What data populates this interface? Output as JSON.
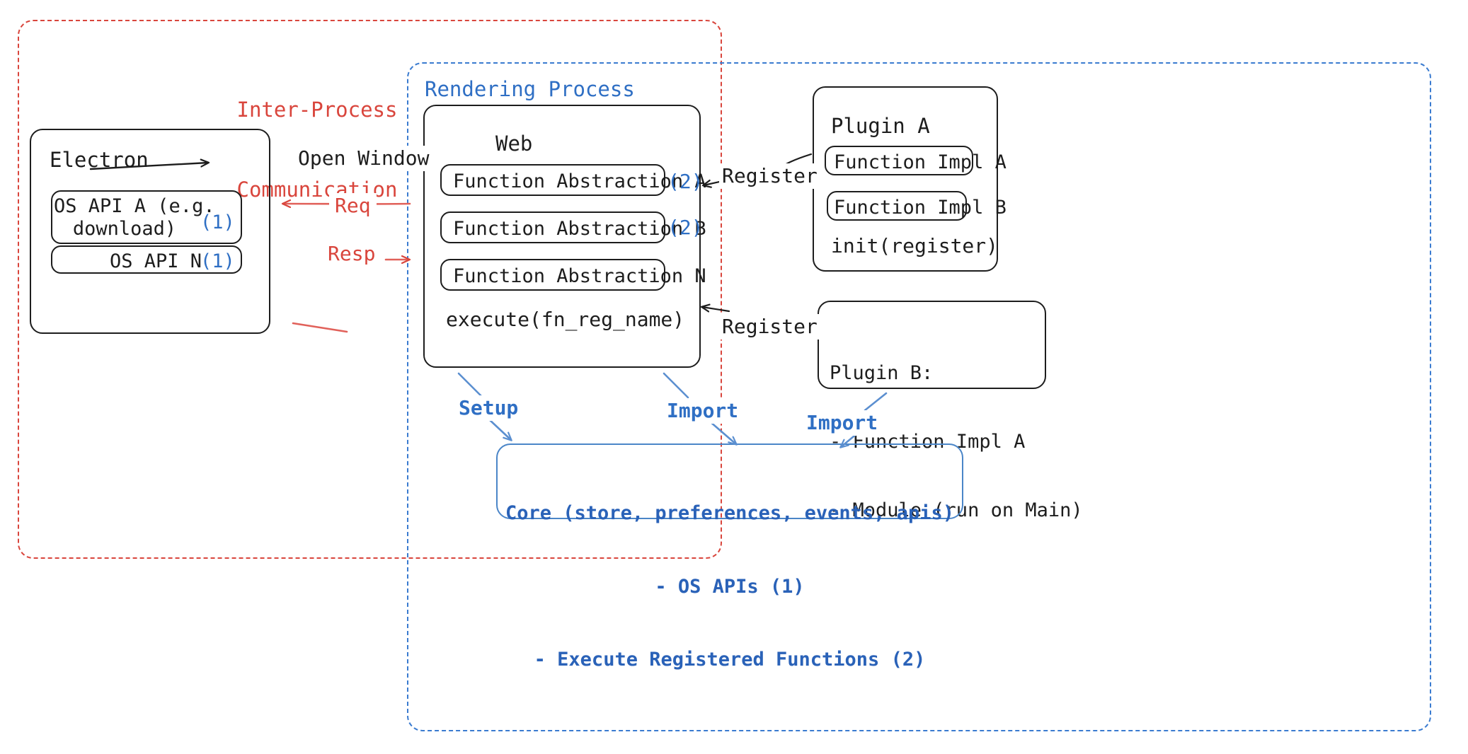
{
  "diagram": {
    "title_semantic": "electron-plugin-architecture",
    "colors": {
      "ipc_red": "#d9453c",
      "render_blue": "#3a7bd0",
      "core_blue": "#2a62b8",
      "accent_blue": "#2f6fc4",
      "ink": "#1d1d1d"
    }
  },
  "containers": {
    "ipc": {
      "label_line1": "Inter-Process",
      "label_line2": "Communication"
    },
    "rendering": {
      "label": "Rendering Process"
    }
  },
  "electron": {
    "title": "Electron",
    "apis": [
      {
        "label": "OS API A (e.g.\ndownload)",
        "marker": "(1)"
      },
      {
        "label": "OS API N",
        "marker": "(1)"
      }
    ]
  },
  "web": {
    "title": "Web",
    "abstractions": [
      {
        "label": "Function Abstraction A",
        "marker": "(2)"
      },
      {
        "label": "Function Abstraction B",
        "marker": "(2)"
      },
      {
        "label": "Function Abstraction N",
        "marker": ""
      }
    ],
    "footer": "execute(fn_reg_name)"
  },
  "plugin_a": {
    "title": "Plugin A",
    "impls": [
      "Function Impl A",
      "Function Impl B"
    ],
    "footer": "init(register)"
  },
  "plugin_b": {
    "line1": "Plugin B:",
    "line2": "- Function Impl A",
    "line3": "- Module (run on Main)"
  },
  "core": {
    "line1": "Core (store, preferences, events, apis)",
    "line2": "- OS APIs (1)",
    "line3": "- Execute Registered Functions (2)"
  },
  "arrows": {
    "open_window": "Open Window",
    "req": "Req",
    "resp": "Resp",
    "register_top": "Register",
    "register_bottom": "Register",
    "setup": "Setup",
    "import_left": "Import",
    "import_right": "Import"
  }
}
